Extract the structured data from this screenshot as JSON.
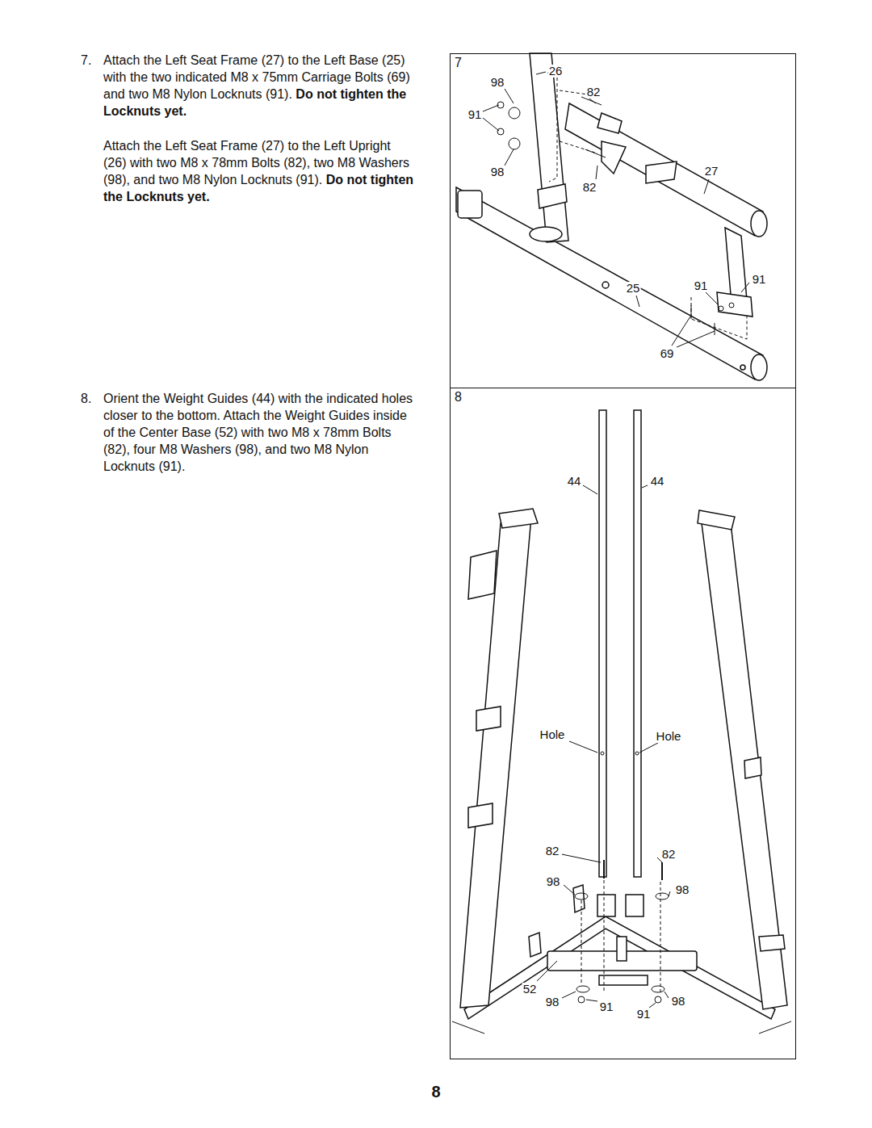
{
  "diagram": {
    "nodes": [
      {
        "text": [
          "7"
        ]
      },
      {
        "text": [
          "8"
        ]
      }
    ],
    "labels": [
      "7.",
      "Attach the Left Seat Frame (27) to the Left Base (25) with the two indicated M8 x 75mm Carriage Bolts (69) and two M8 Nylon Locknuts (91).",
      "Do not tighten the Locknuts yet.",
      "Attach the Left Seat Frame (27) to the Left Upright (26) with two M8 x 78mm Bolts (82), two M8 Washers (98), and two M8 Nylon Locknuts (91).",
      "Do not tighten the Locknuts yet.",
      "8.",
      "Orient the Weight Guides (44) with the indicated holes closer to the bottom. Attach the Weight Guides inside of the Center Base (52) with two M8 x 78mm Bolts (82), four M8 Washers (98), and two M8 Nylon Locknuts (91).",
      "26",
      "98",
      "82",
      "91",
      "98",
      "82",
      "27",
      "25",
      "91",
      "91",
      "69",
      "44",
      "44",
      "Hole",
      "Hole",
      "82",
      "82",
      "98",
      "98",
      "52",
      "98",
      "91",
      "91",
      "98",
      "8"
    ]
  }
}
